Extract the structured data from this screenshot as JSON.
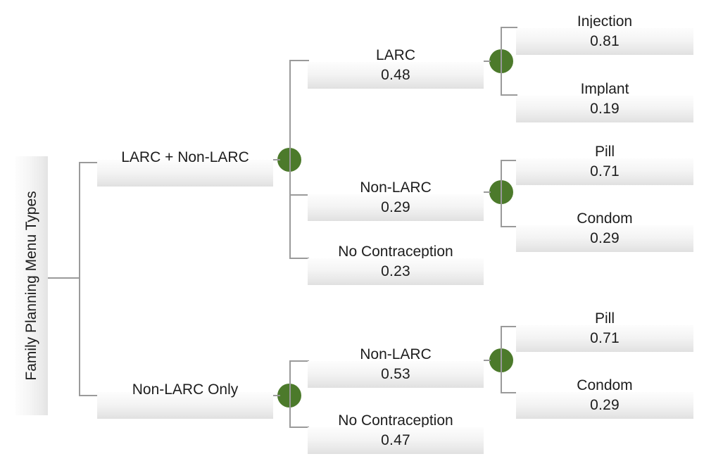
{
  "diagram": {
    "title": "Family Planning Menu Types decision tree",
    "type": "decision-tree",
    "accent_color": "#4c7a2b",
    "node_fill_top": "#fdfdfd",
    "node_fill_bottom": "#e0e0e0",
    "connector_color": "#9a9a9a",
    "text_color": "#1d1d1d"
  },
  "root": {
    "label": "Family Planning Menu Types"
  },
  "levels": {
    "level1": [
      {
        "label": "LARC + Non-LARC",
        "value": ""
      },
      {
        "label": "Non-LARC Only",
        "value": ""
      }
    ],
    "level2": [
      {
        "label": "LARC",
        "value": "0.48"
      },
      {
        "label": "Non-LARC",
        "value": "0.29"
      },
      {
        "label": "No Contraception",
        "value": "0.23"
      },
      {
        "label": "Non-LARC",
        "value": "0.53"
      },
      {
        "label": "No Contraception",
        "value": "0.47"
      }
    ],
    "level3": [
      {
        "label": "Injection",
        "value": "0.81"
      },
      {
        "label": "Implant",
        "value": "0.19"
      },
      {
        "label": "Pill",
        "value": "0.71"
      },
      {
        "label": "Condom",
        "value": "0.29"
      },
      {
        "label": "Pill",
        "value": "0.71"
      },
      {
        "label": "Condom",
        "value": "0.29"
      }
    ]
  },
  "chart_data": {
    "type": "table",
    "title": "Family Planning Menu Types",
    "nodes": [
      {
        "id": "root",
        "label": "Family Planning Menu Types",
        "value": null,
        "parent": null
      },
      {
        "id": "larc_nonlarc",
        "label": "LARC + Non-LARC",
        "value": null,
        "parent": "root"
      },
      {
        "id": "nonlarc_only",
        "label": "Non-LARC Only",
        "value": null,
        "parent": "root"
      },
      {
        "id": "larc",
        "label": "LARC",
        "value": 0.48,
        "parent": "larc_nonlarc"
      },
      {
        "id": "nonlarc_a",
        "label": "Non-LARC",
        "value": 0.29,
        "parent": "larc_nonlarc"
      },
      {
        "id": "nocontra_a",
        "label": "No Contraception",
        "value": 0.23,
        "parent": "larc_nonlarc"
      },
      {
        "id": "injection",
        "label": "Injection",
        "value": 0.81,
        "parent": "larc"
      },
      {
        "id": "implant",
        "label": "Implant",
        "value": 0.19,
        "parent": "larc"
      },
      {
        "id": "pill_a",
        "label": "Pill",
        "value": 0.71,
        "parent": "nonlarc_a"
      },
      {
        "id": "condom_a",
        "label": "Condom",
        "value": 0.29,
        "parent": "nonlarc_a"
      },
      {
        "id": "nonlarc_b",
        "label": "Non-LARC",
        "value": 0.53,
        "parent": "nonlarc_only"
      },
      {
        "id": "nocontra_b",
        "label": "No Contraception",
        "value": 0.47,
        "parent": "nonlarc_only"
      },
      {
        "id": "pill_b",
        "label": "Pill",
        "value": 0.71,
        "parent": "nonlarc_b"
      },
      {
        "id": "condom_b",
        "label": "Condom",
        "value": 0.29,
        "parent": "nonlarc_b"
      }
    ]
  }
}
